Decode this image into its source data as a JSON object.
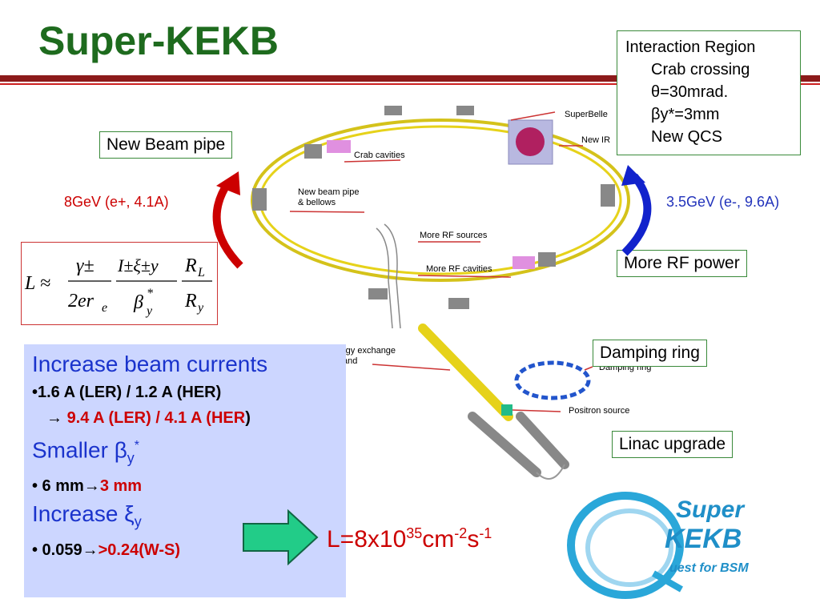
{
  "title": "Super-KEKB",
  "interaction_region": {
    "heading": "Interaction Region",
    "lines": [
      "Crab crossing",
      "θ=30mrad.",
      "βy*=3mm",
      "New QCS"
    ]
  },
  "callouts": {
    "new_beam_pipe": "New Beam pipe",
    "more_rf_power": "More RF power",
    "damping_ring": "Damping ring",
    "linac_upgrade": "Linac upgrade"
  },
  "energies": {
    "left": "8GeV (e+, 4.1A)",
    "right": "3.5GeV (e-, 9.6A)"
  },
  "formula": {
    "lhs": "L ≈",
    "f1_num": "γ±",
    "f1_den": "2er",
    "f1_den_sub": "e",
    "f2_num": "I±ξ±y",
    "f2_den": "β",
    "f2_den_sup": "*",
    "f2_den_sub": "y",
    "f3_num": "R",
    "f3_num_sub": "L",
    "f3_den": "R",
    "f3_den_sub": "y"
  },
  "panel": {
    "h1": "Increase beam currents",
    "b1": "•1.6 A (LER) / 1.2 A (HER)",
    "b2_arrow": "→ ",
    "b2_red": "9.4 A (LER) / 4.1 A (HER",
    "b2_close": ")",
    "h2": "Smaller β",
    "h2_sub": "y",
    "h2_sup": "*",
    "b3_pre": "• 6 mm→",
    "b3_red": "3 mm",
    "h3": "Increase ξ",
    "h3_sub": "y",
    "b4_pre": "• 0.059→",
    "b4_red": ">0.24(W-S)"
  },
  "luminosity": {
    "base": "L=8x10",
    "exp1": "35",
    "unit1": "cm",
    "exp2": "-2",
    "unit2": "s",
    "exp3": "-1"
  },
  "diagram_labels": {
    "superbelle": "SuperBelle",
    "new_ir": "New IR",
    "crab_cavities": "Crab cavities",
    "new_beam_pipe_bellows_1": "New beam pipe",
    "new_beam_pipe_bellows_2": "& bellows",
    "more_rf_sources": "More RF sources",
    "more_rf_cavities": "More RF cavities",
    "energy_exchange_1": "rgy exchange",
    "energy_exchange_2": "and",
    "damping_ring": "Damping ring",
    "positron_source": "Positron source"
  },
  "logo": {
    "line1": "Super",
    "line2": "KEKB",
    "line3": "uest for BSM"
  },
  "colors": {
    "title_green": "#1e6b1e",
    "accent_red": "#cc0000",
    "accent_blue": "#1a33cc",
    "panel_blue": "#ccd6ff",
    "ring_yellow": "#e6d21a",
    "logo_cyan": "#2aa7d9"
  }
}
